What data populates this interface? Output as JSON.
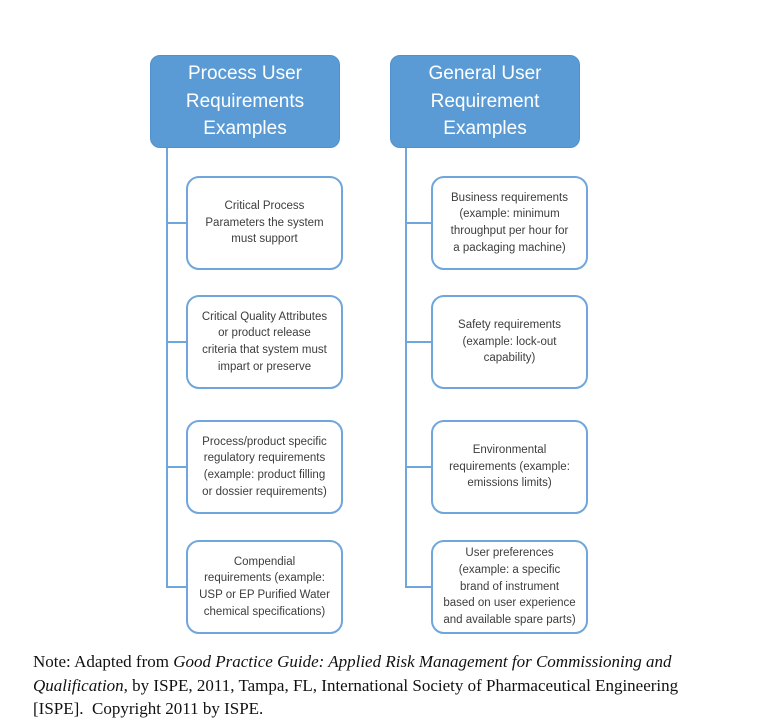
{
  "figure": {
    "left_column": {
      "header": "Process User\nRequirements\nExamples",
      "items": [
        "Critical Process\nParameters the system\nmust support",
        "Critical Quality Attributes\nor product release\ncriteria that system must\nimpart or preserve",
        "Process/product specific\nregulatory requirements\n(example: product filling\nor dossier requirements)",
        "Compendial\nrequirements (example:\nUSP or EP Purified Water\nchemical specifications)"
      ]
    },
    "right_column": {
      "header": "General User\nRequirement\nExamples",
      "items": [
        "Business requirements\n(example: minimum\nthroughput per hour for\na packaging machine)",
        "Safety requirements\n(example: lock-out\ncapability)",
        "Environmental\nrequirements (example:\nemissions limits)",
        "User preferences\n(example: a specific\nbrand of instrument\nbased on user experience\nand available spare parts)"
      ]
    },
    "colors": {
      "header_fill": "#5b9bd5",
      "header_text": "#ffffff",
      "box_border": "#6fa6dc",
      "box_text": "#3d3d3d",
      "connector": "#6fa6dc",
      "background": "#ffffff"
    }
  },
  "note": {
    "line1_regular": "Note: Adapted from ",
    "line1_italic": "Good Practice Guide: Applied Risk Management for Commissioning and",
    "line2_italic": "Qualification",
    "line2_regular": ", by ISPE, 2011, Tampa, FL, International Society of Pharmaceutical Engineering",
    "line3_regular": "[ISPE].  Copyright 2011 by ISPE."
  }
}
